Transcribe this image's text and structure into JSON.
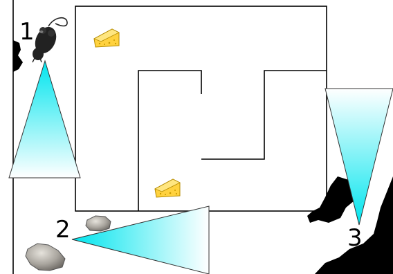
{
  "labels": {
    "camera_1": "1",
    "camera_2": "2",
    "camera_3": "3"
  },
  "colors": {
    "cone_tip": "#00e5ee",
    "cone_base": "#ffffff",
    "wall": "#000000",
    "cheese": "#ffd23f",
    "rock": "#b7b3ab",
    "mouse": "#222222"
  },
  "icons": {
    "mouse": "mouse-icon",
    "cheese": "cheese-icon",
    "rock": "rock-icon"
  }
}
